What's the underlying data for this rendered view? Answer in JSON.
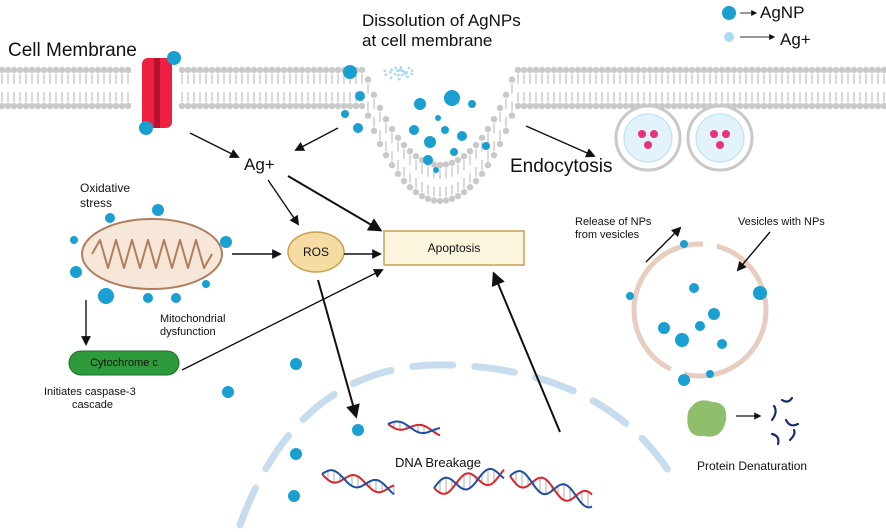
{
  "legend": {
    "agnp": "AgNP",
    "ag_ion": "Ag+"
  },
  "labels": {
    "cell_membrane": "Cell Membrane",
    "dissolution_line1": "Dissolution of AgNPs",
    "dissolution_line2": "at cell membrane",
    "ag_plus": "Ag+",
    "endocytosis": "Endocytosis",
    "oxidative_line1": "Oxidative",
    "oxidative_line2": "stress",
    "ros": "ROS",
    "apoptosis": "Apoptosis",
    "mito_line1": "Mitochondrial",
    "mito_line2": "dysfunction",
    "cytochrome": "Cytochrome c",
    "caspase_line1": "Initiates caspase-3",
    "caspase_line2": "cascade",
    "release_line1": "Release of NPs",
    "release_line2": "from vesicles",
    "vesicles_nps": "Vesicles with NPs",
    "dna_breakage": "DNA Breakage",
    "protein_denaturation": "Protein Denaturation"
  },
  "colors": {
    "agnp": "#1a9fd1",
    "ag_ion": "#a9dcf0",
    "channel": "#ee1f40",
    "membrane_head": "#c9c9c9",
    "mitochondria_outer": "#f7e7d9",
    "mitochondria_stroke": "#b07e5e",
    "ros_fill": "#f5dca2",
    "apoptosis_fill": "#fbf6dd",
    "cytochrome_fill": "#2d9a3c",
    "vesicle_fill": "#e3f3fb",
    "np_in_vesicle": "#e8327d",
    "protein": "#8fbf6a",
    "dna_red": "#d8262a",
    "dna_blue": "#1f4ea3",
    "nucleus_dash": "#c7dced"
  }
}
